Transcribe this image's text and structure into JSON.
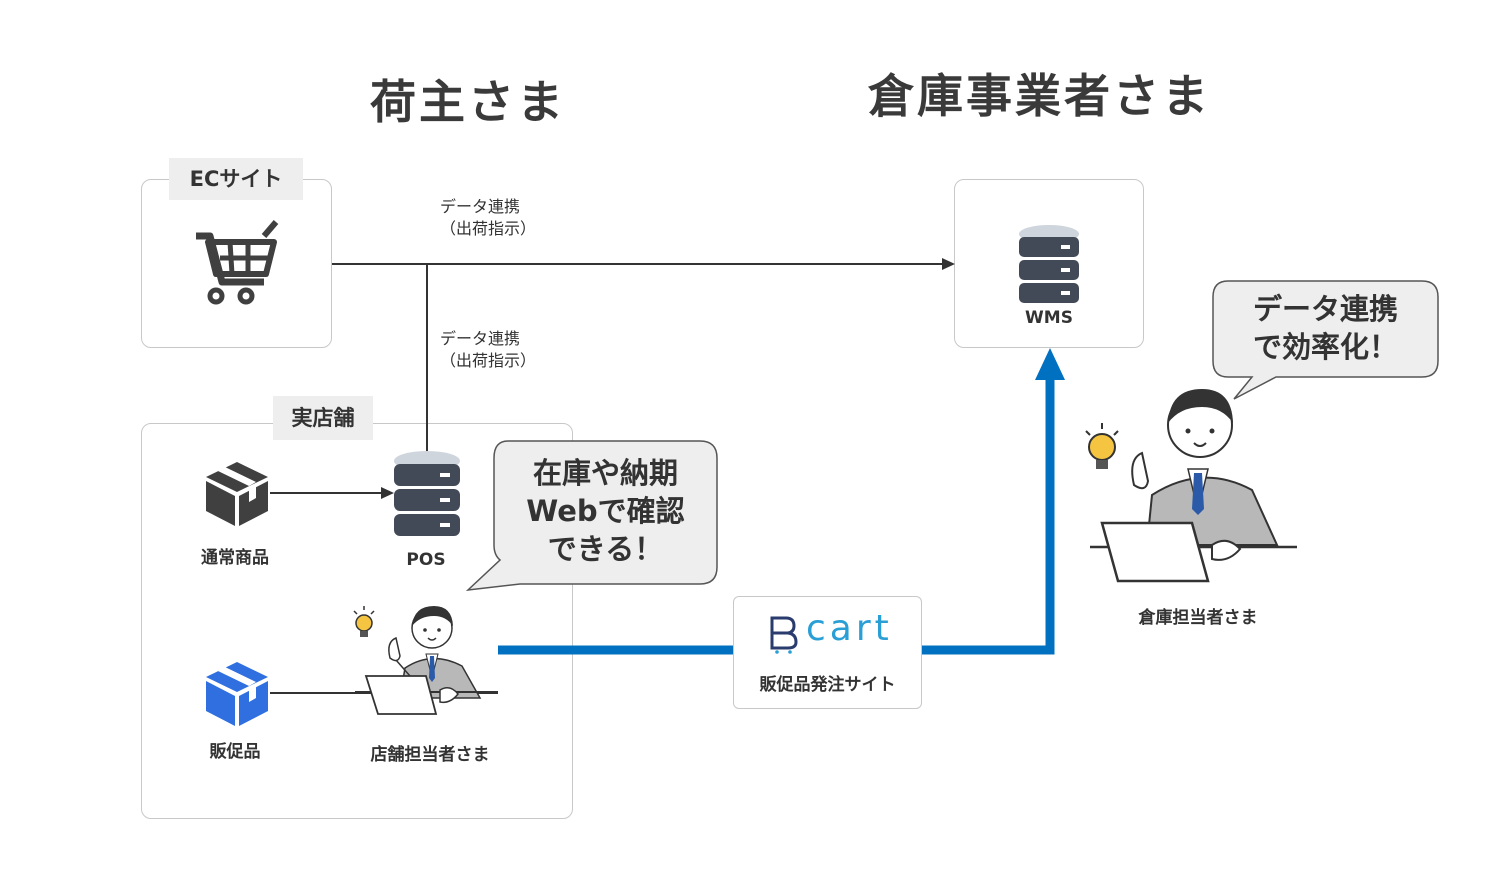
{
  "headings": {
    "shipper": "荷主さま",
    "warehouse": "倉庫事業者さま"
  },
  "ec_site": {
    "tab": "ECサイト"
  },
  "store": {
    "tab": "実店舗",
    "normal_goods": "通常商品",
    "promo_goods": "販促品",
    "pos": "POS",
    "staff": "店舗担当者さま"
  },
  "flows": {
    "ec_to_wms_line1": "データ連携",
    "ec_to_wms_line2": "（出荷指示）",
    "pos_line1": "データ連携",
    "pos_line2": "（出荷指示）"
  },
  "wms": {
    "label": "WMS"
  },
  "bcart": {
    "logo": "cart",
    "label": "販促品発注サイト"
  },
  "bubbles": {
    "store_line1": "在庫や納期",
    "store_line2": "Webで確認",
    "store_line3": "できる！",
    "warehouse_line1": "データ連携",
    "warehouse_line2": "で効率化！"
  },
  "warehouse_staff": "倉庫担当者さま",
  "colors": {
    "accent_blue": "#0070c0",
    "promo_box_blue": "#2f6fdf",
    "dark_icon": "#404040",
    "db_dark": "#434a57"
  }
}
